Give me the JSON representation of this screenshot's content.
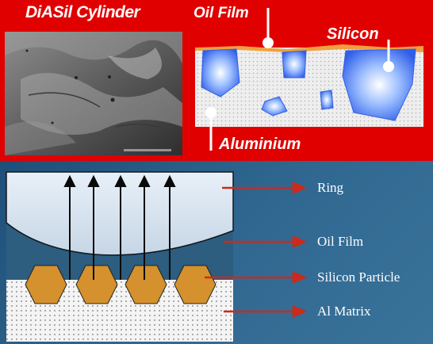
{
  "top_panel": {
    "photo_title": "DiASil Cylinder",
    "labels": {
      "oil_film": "Oil Film",
      "silicon": "Silicon",
      "aluminium": "Aluminium"
    }
  },
  "bottom_panel": {
    "labels": {
      "ring": "Ring",
      "oil_film": "Oil Film",
      "silicon_particle": "Silicon Particle",
      "al_matrix": "Al Matrix"
    }
  },
  "colors": {
    "background_red": "#e00000",
    "oil_orange": "#f0a040",
    "silicon_blue": "#3e6cf0",
    "arrow_red": "#cc2a1a",
    "particle_gold": "#d4912e"
  }
}
